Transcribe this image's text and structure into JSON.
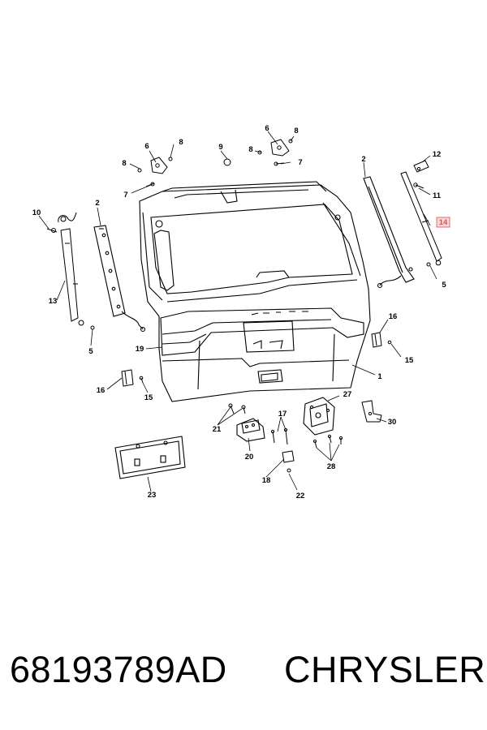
{
  "callouts": {
    "c1": "1",
    "c2a": "2",
    "c2b": "2",
    "c5a": "5",
    "c5b": "5",
    "c6a": "6",
    "c6b": "6",
    "c7a": "7",
    "c7b": "7",
    "c8a": "8",
    "c8b": "8",
    "c8c": "8",
    "c8d": "8",
    "c9": "9",
    "c10": "10",
    "c11": "11",
    "c12": "12",
    "c13": "13",
    "c14": "14",
    "c15a": "15",
    "c15b": "15",
    "c16a": "16",
    "c16b": "16",
    "c17": "17",
    "c18": "18",
    "c19": "19",
    "c20": "20",
    "c21": "21",
    "c22": "22",
    "c23": "23",
    "c27": "27",
    "c28": "28",
    "c30": "30"
  },
  "colors": {
    "highlight": "#d9534f",
    "highlight_fill": "#f8d7da"
  },
  "footer": {
    "part_number": "68193789AD",
    "brand": "CHRYSLER"
  }
}
